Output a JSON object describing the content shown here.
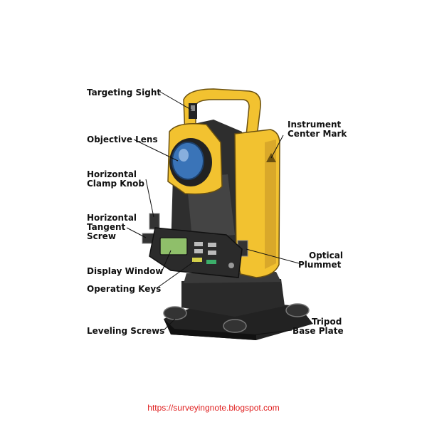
{
  "labels": {
    "targeting_sight": "Targeting Sight",
    "objective_lens": "Objective Lens",
    "horizontal_clamp_knob": [
      "Horizontal",
      "Clamp Knob"
    ],
    "horizontal_tangent_screw": [
      "Horizontal",
      "Tangent",
      "Screw"
    ],
    "display_window": "Display Window",
    "operating_keys": "Operating Keys",
    "leveling_screws": "Leveling Screws",
    "instrument_center_mark": [
      "Instrument",
      "Center Mark"
    ],
    "optical_plummet": [
      "Optical",
      "Plummet"
    ],
    "tripod_base_plate": [
      "Tripod",
      "Base Plate"
    ]
  },
  "footer": {
    "url": "https://surveyingnote.blogspot.com"
  },
  "colors": {
    "body_yellow": "#f2c230",
    "body_dark": "#2b2b2b",
    "lens_blue": "#3a74b8",
    "display_green": "#8fbf6a",
    "url_red": "#e02020"
  }
}
